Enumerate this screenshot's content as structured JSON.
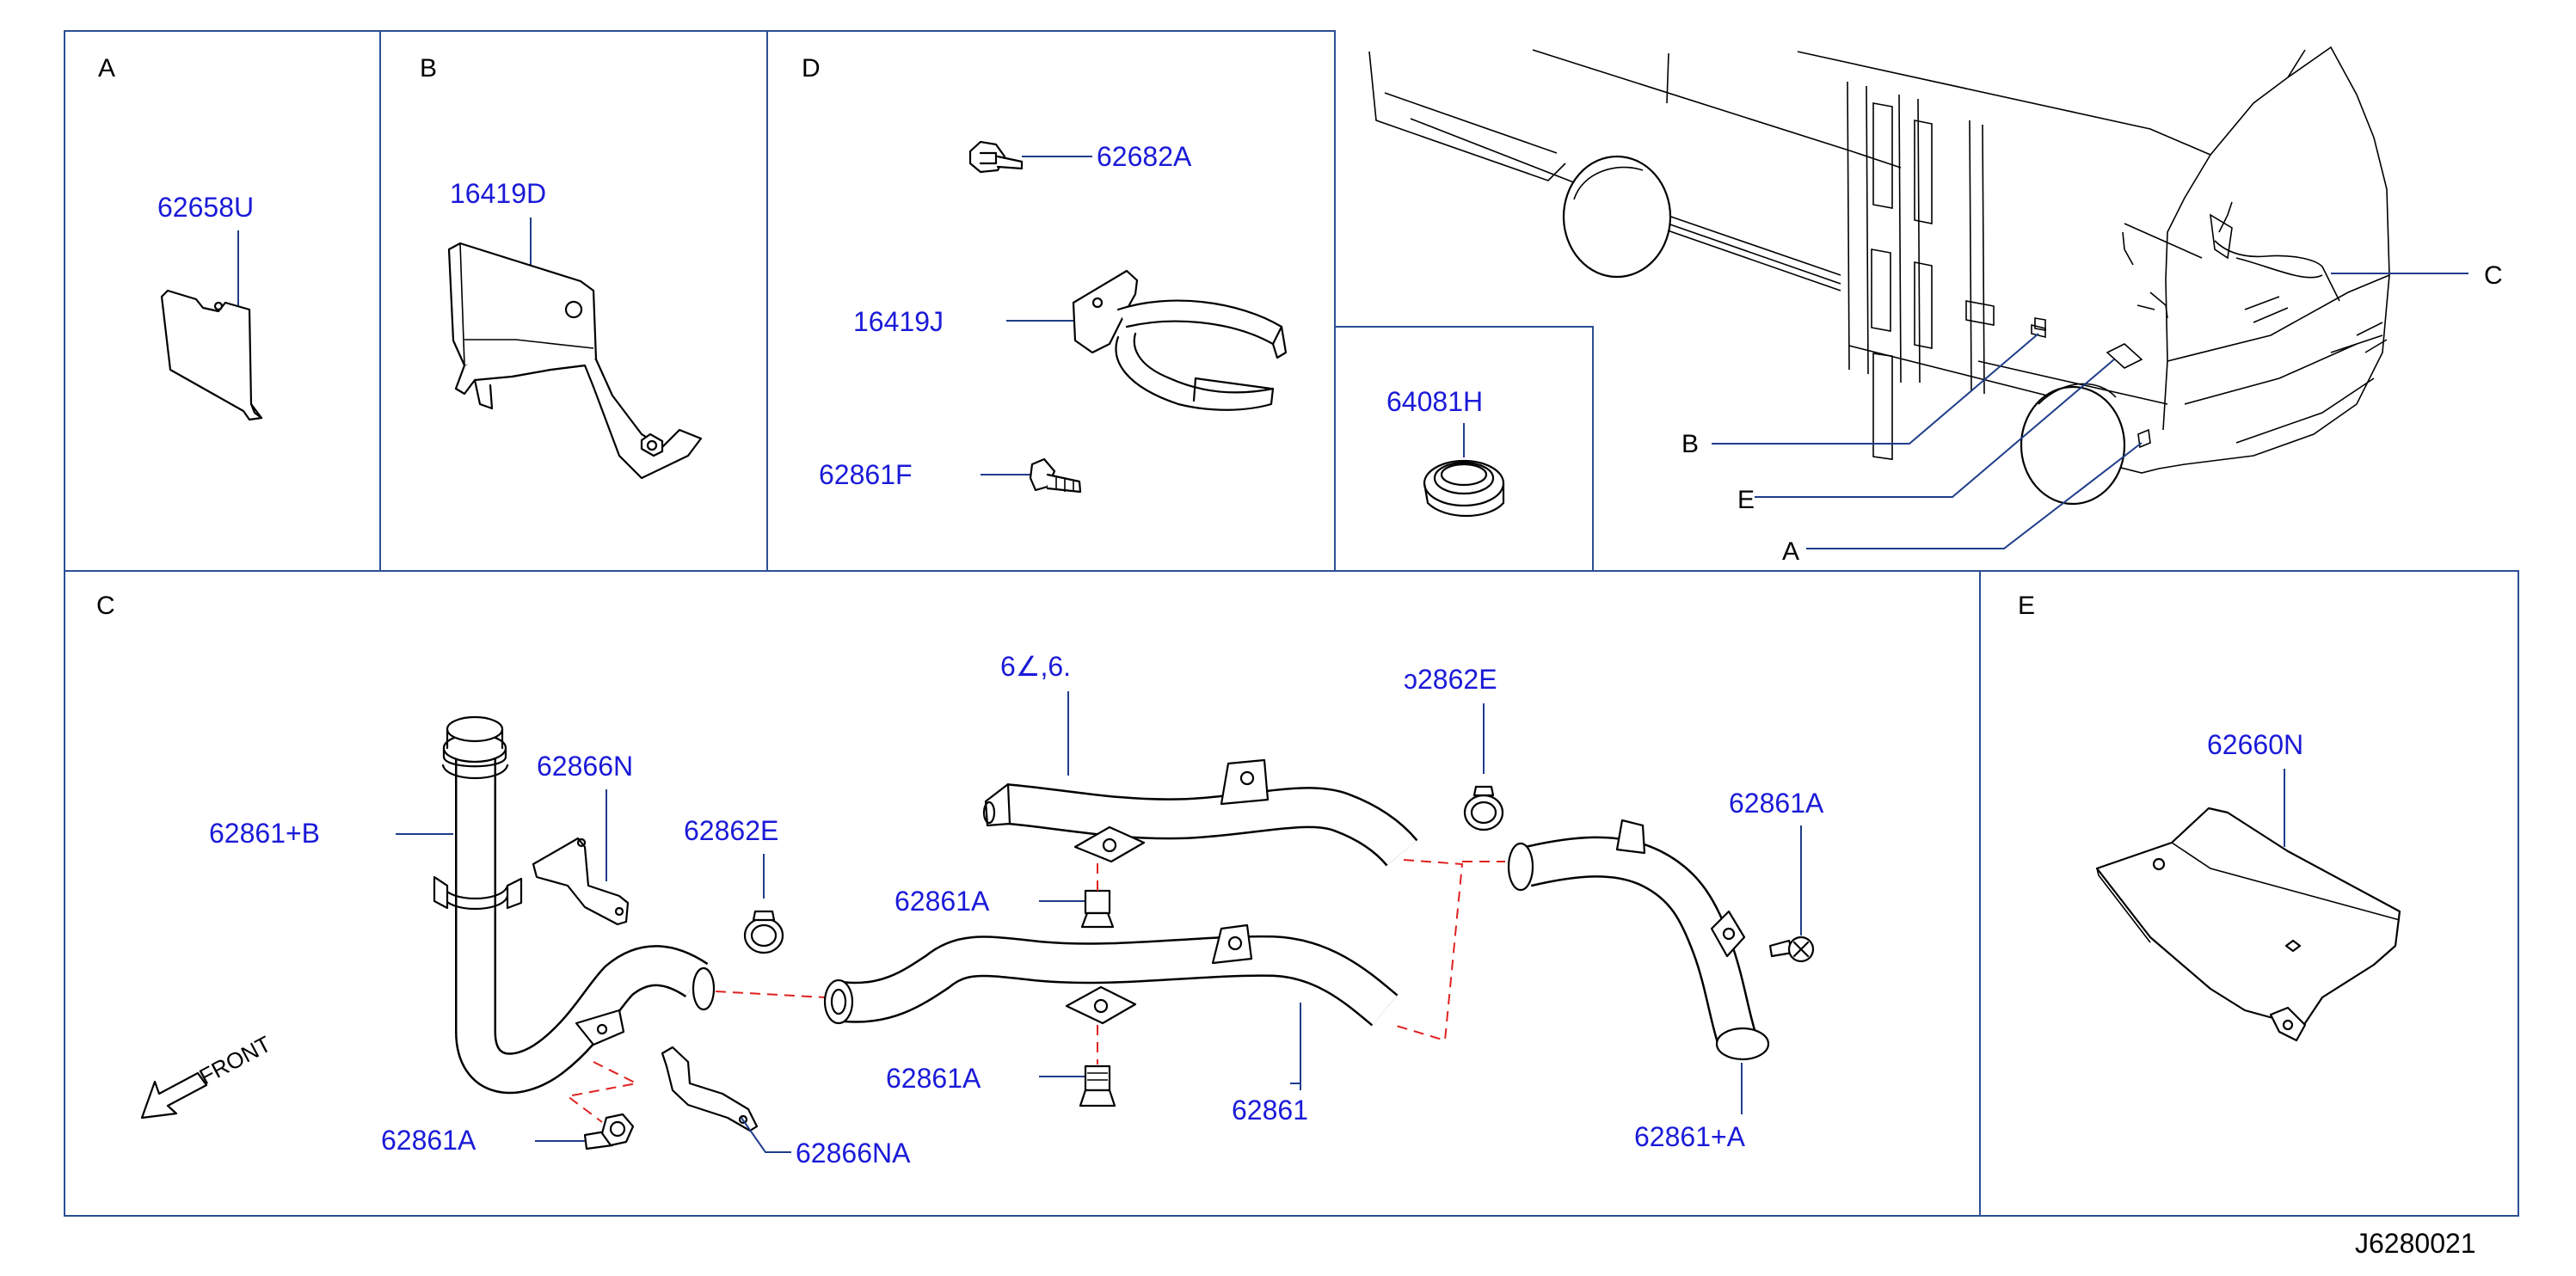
{
  "sections": {
    "A": "A",
    "B": "B",
    "D": "D",
    "C": "C",
    "E": "E"
  },
  "parts": {
    "p62658U": "62658U",
    "p16419D": "16419D",
    "p62682A": "62682A",
    "p16419J": "16419J",
    "p62861F": "62861F",
    "p64081H": "64081H",
    "p62866N": "62866N",
    "p62861B": "62861+B",
    "p62862E_left": "62862E",
    "p62861A_left": "62861A",
    "p62866NA": "62866NA",
    "p_top_partial": "6∠,6.",
    "p62861A_mid_upper": "62861A",
    "p62861A_mid_lower": "62861A",
    "p62861": "62861",
    "p62862E_partial": "ɔ2862E",
    "p62861A_right": "62861A",
    "p62861Aplus": "62861+A",
    "p62660N": "62660N"
  },
  "callouts": {
    "C": "C",
    "B": "B",
    "E": "E",
    "A": "A"
  },
  "front_label": "FRONT",
  "diagram_code": "J6280021"
}
